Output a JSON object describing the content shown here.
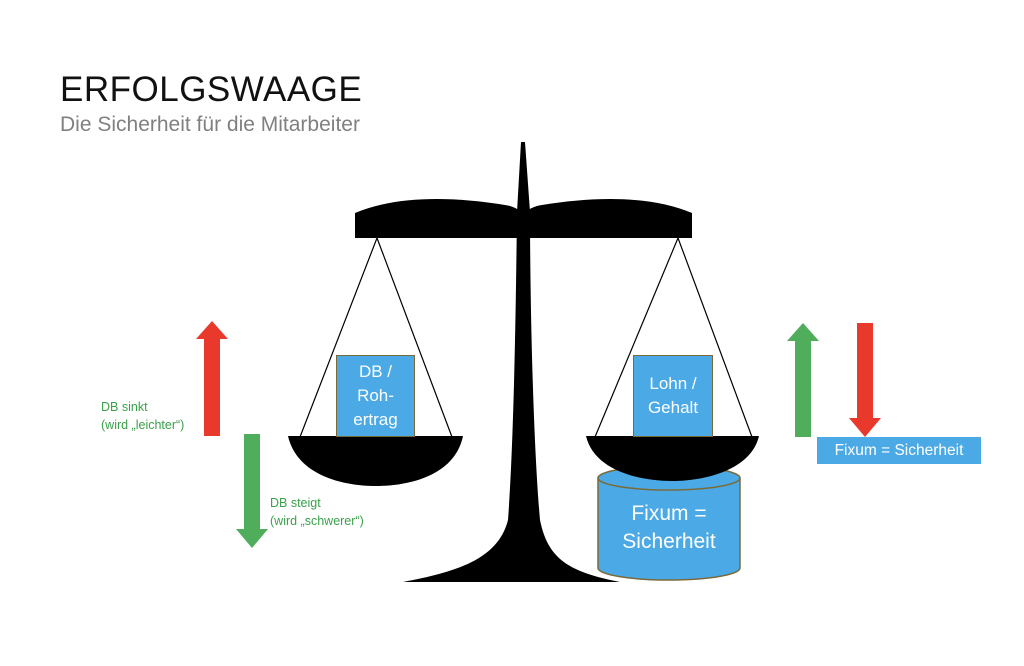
{
  "header": {
    "title": "ERFOLGSWAAGE",
    "subtitle": "Die Sicherheit für die Mitarbeiter"
  },
  "scale": {
    "left_pan_box": "DB /\nRoh-\nertrag",
    "right_pan_box": "Lohn /\nGehalt",
    "cylinder_label": "Fixum =\nSicherheit"
  },
  "left_annotations": {
    "db_sinkt": "DB sinkt\n(wird „leichter“)",
    "db_steigt": "DB steigt\n(wird „schwerer“)"
  },
  "right_annotations": {
    "fixum_badge": "Fixum = Sicherheit"
  },
  "colors": {
    "up_arrow_red": "#e8392c",
    "down_arrow_green": "#4fad5b",
    "box_blue": "#4ba9e6",
    "scale_black": "#000000"
  }
}
